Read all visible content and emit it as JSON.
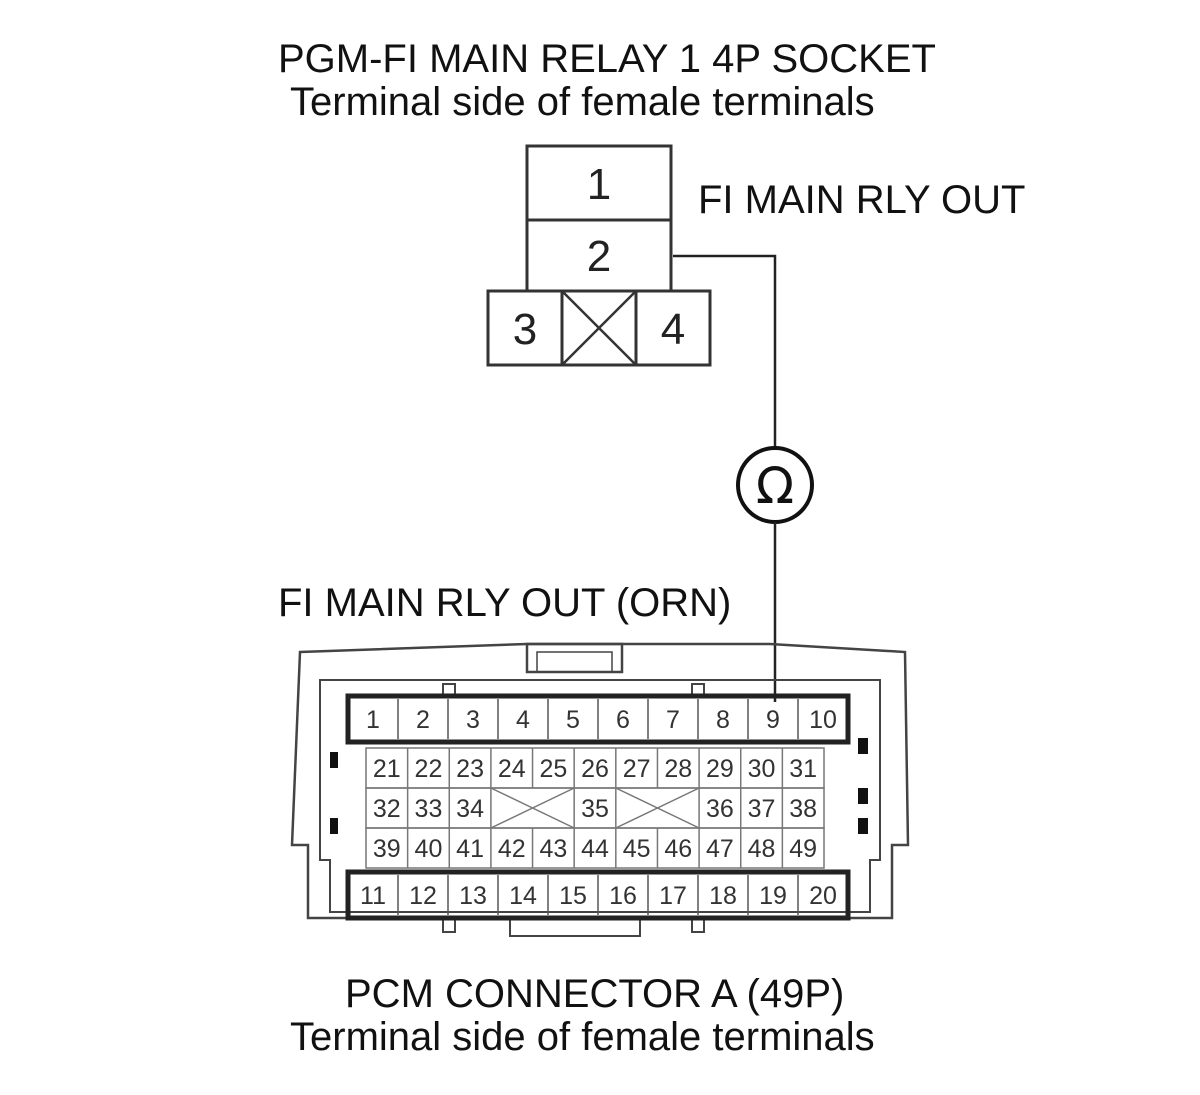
{
  "relay_socket": {
    "title": "PGM-FI MAIN RELAY 1 4P SOCKET",
    "subtitle": "Terminal side of female terminals",
    "pins": [
      "1",
      "2",
      "3",
      "4"
    ],
    "pin_label": "FI MAIN RLY OUT"
  },
  "meter": {
    "symbol": "Ω",
    "icon": "ohmmeter-icon"
  },
  "pcm_connector": {
    "wire_label": "FI MAIN RLY OUT (ORN)",
    "title": "PCM CONNECTOR A (49P)",
    "subtitle": "Terminal side of female terminals",
    "top_row": [
      "1",
      "2",
      "3",
      "4",
      "5",
      "6",
      "7",
      "8",
      "9",
      "10"
    ],
    "row2": [
      "21",
      "22",
      "23",
      "24",
      "25",
      "26",
      "27",
      "28",
      "29",
      "30",
      "31"
    ],
    "row3_left": [
      "32",
      "33",
      "34"
    ],
    "row3_mid": [
      "35"
    ],
    "row3_right": [
      "36",
      "37",
      "38"
    ],
    "row4": [
      "39",
      "40",
      "41",
      "42",
      "43",
      "44",
      "45",
      "46",
      "47",
      "48",
      "49"
    ],
    "bottom_row": [
      "11",
      "12",
      "13",
      "14",
      "15",
      "16",
      "17",
      "18",
      "19",
      "20"
    ]
  }
}
